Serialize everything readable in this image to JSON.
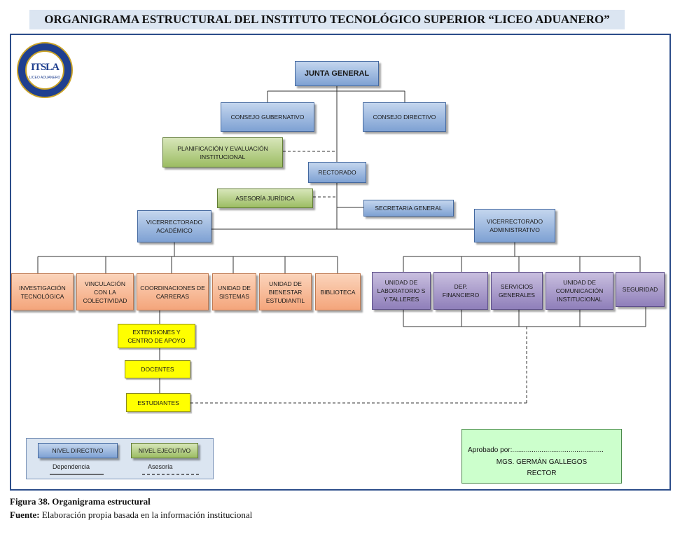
{
  "title": "ORGANIGRAMA ESTRUCTURAL DEL INSTITUTO TECNOLÓGICO SUPERIOR “LICEO ADUANERO”",
  "logo": {
    "acronym": "ITSLA",
    "subtitle": "LICEO ADUANERO"
  },
  "nodes": {
    "junta_general": "JUNTA GENERAL",
    "consejo_gubernativo": "CONSEJO GUBERNATIVO",
    "consejo_directivo": "CONSEJO DIRECTIVO",
    "planificacion": "PLANIFICACIÓN Y EVALUACIÓN INSTITUCIONAL",
    "rectorado": "RECTORADO",
    "asesoria_juridica": "ASESORÍA JURÍDICA",
    "secretaria_general": "SECRETARIA GENERAL",
    "vicerrectorado_academico": "VICERRECTORADO ACADÉMICO",
    "vicerrectorado_administrativo": "VICERRECTORADO ADMINISTRATIVO",
    "investigacion": "INVESTIGACIÓN TECNOLÓGICA",
    "vinculacion": "VINCULACIÓN CON LA COLECTIVIDAD",
    "coordinaciones": "COORDINACIONES DE CARRERAS",
    "unidad_sistemas": "UNIDAD DE SISTEMAS",
    "unidad_bienestar": "UNIDAD DE BIENESTAR ESTUDIANTIL",
    "biblioteca": "BIBLIOTECA",
    "unidad_laboratorio": "UNIDAD DE LABORATORIO S Y TALLERES",
    "dep_financiero": "DEP. FINANCIERO",
    "servicios_generales": "SERVICIOS GENERALES",
    "unidad_comunicacion": "UNIDAD DE COMUNICACIÓN INSTITUCIONAL",
    "seguridad": "SEGURIDAD",
    "extensiones": "EXTENSIONES Y CENTRO DE APOYO",
    "docentes": "DOCENTES",
    "estudiantes": "ESTUDIANTES"
  },
  "legend": {
    "nivel_directivo": "NIVEL DIRECTIVO",
    "nivel_ejecutivo": "NIVEL EJECUTIVO",
    "dependencia": "Dependencia",
    "asesoria": "Asesoría"
  },
  "approval": {
    "label": "Aprobado por:...............................................",
    "name": "MGS. GERMÁN GALLEGOS",
    "role": "RECTOR"
  },
  "caption": {
    "figure": "Figura 38. Organigrama estructural",
    "source_label": "Fuente:",
    "source_text": " Elaboración propia basada en la información institucional"
  },
  "colors": {
    "directivo": "#7ea1d3",
    "ejecutivo": "#9cbd63",
    "academico_units": "#f4a57b",
    "administrativo_units": "#8f7fba",
    "academic_base": "#ffff00",
    "approval_box": "#ccffcc"
  }
}
